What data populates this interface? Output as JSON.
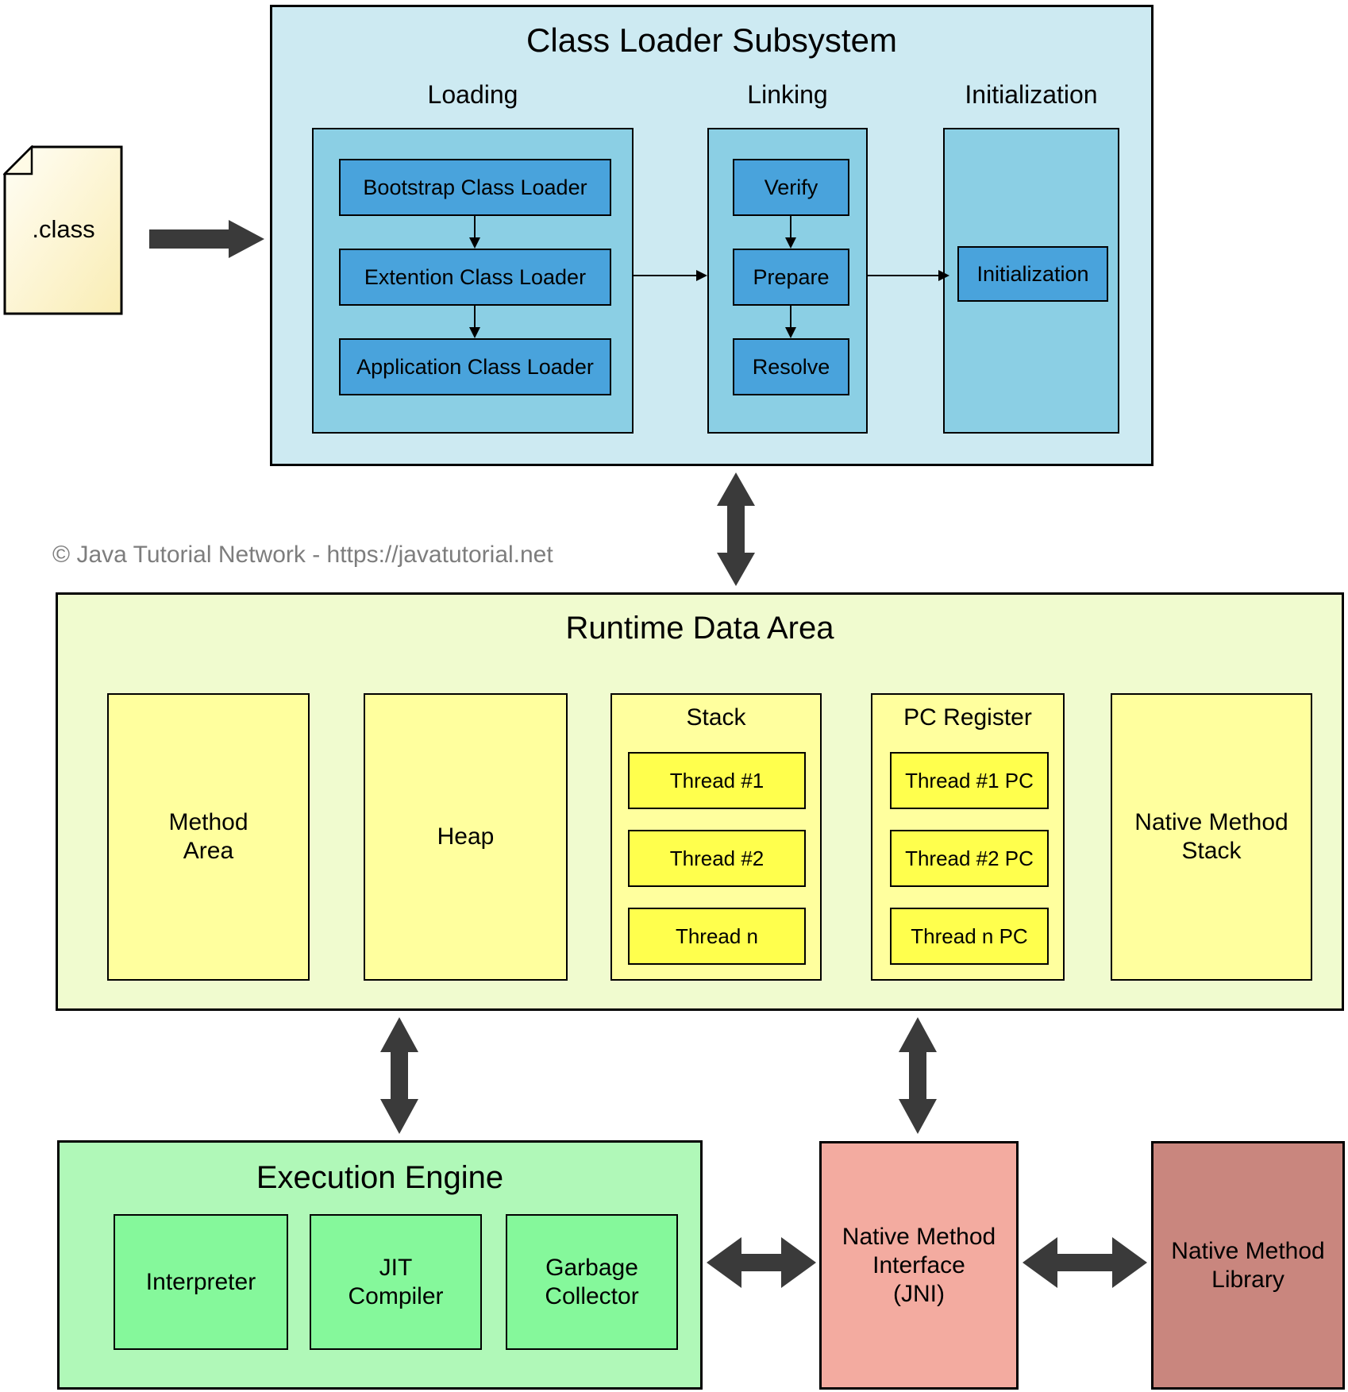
{
  "copyright": "© Java Tutorial Network - https://javatutorial.net",
  "colors": {
    "class_loader_bg": "#cdeaf2",
    "column_bg": "#8bcfe4",
    "blue_box": "#49a3dc",
    "runtime_bg": "#f0fbcf",
    "runtime_box": "#ffff9e",
    "thread_box": "#ffff4d",
    "execution_bg": "#b0f8b8",
    "execution_box": "#85f89b",
    "jni_bg": "#f3aba0",
    "library_bg": "#c9867e",
    "arrow": "#3a3a3a",
    "copyright_text": "#7d7d7d",
    "class_file_bg": "#fdf4c5"
  },
  "class_file": {
    "label": ".class"
  },
  "class_loader": {
    "title": "Class Loader Subsystem",
    "loading": {
      "label": "Loading",
      "boxes": [
        "Bootstrap Class Loader",
        "Extention Class Loader",
        "Application Class Loader"
      ]
    },
    "linking": {
      "label": "Linking",
      "boxes": [
        "Verify",
        "Prepare",
        "Resolve"
      ]
    },
    "initialization": {
      "label": "Initialization",
      "box": "Initialization"
    }
  },
  "runtime": {
    "title": "Runtime Data Area",
    "method_area": {
      "lines": [
        "Method",
        "Area"
      ]
    },
    "heap": {
      "label": "Heap"
    },
    "stack": {
      "title": "Stack",
      "threads": [
        "Thread #1",
        "Thread #2",
        "Thread n"
      ]
    },
    "pc_register": {
      "title": "PC Register",
      "threads": [
        "Thread #1 PC",
        "Thread #2 PC",
        "Thread n PC"
      ]
    },
    "native_method_stack": {
      "lines": [
        "Native Method",
        "Stack"
      ]
    }
  },
  "execution_engine": {
    "title": "Execution Engine",
    "interpreter": {
      "label": "Interpreter"
    },
    "jit_compiler": {
      "lines": [
        "JIT",
        "Compiler"
      ]
    },
    "garbage_collector": {
      "lines": [
        "Garbage",
        "Collector"
      ]
    }
  },
  "jni": {
    "lines": [
      "Native Method",
      "Interface",
      "(JNI)"
    ]
  },
  "native_method_library": {
    "lines": [
      "Native Method",
      "Library"
    ]
  }
}
